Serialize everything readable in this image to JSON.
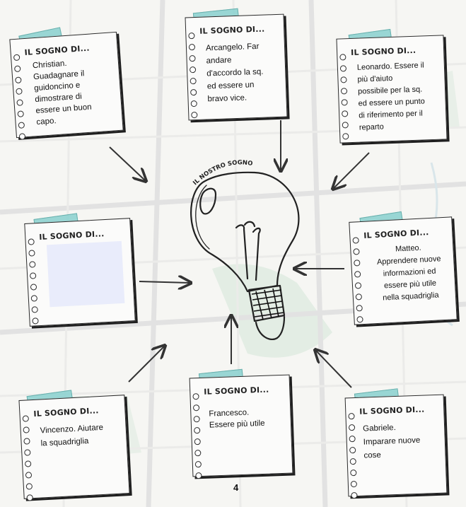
{
  "center": {
    "label": "IL NOSTRO SOGNO"
  },
  "card_title": "IL SOGNO DI...",
  "cards": [
    {
      "id": "christian",
      "lines": [
        "Christian.",
        "Guadagnare il",
        "guidoncino e",
        "dimostrare di",
        "essere un buon",
        "capo."
      ]
    },
    {
      "id": "arcangelo",
      "lines": [
        "Arcangelo. Far",
        "andare",
        "d'accordo la sq.",
        "ed essere un",
        "bravo vice."
      ]
    },
    {
      "id": "leonardo",
      "lines": [
        "Leonardo. Essere il",
        "più d'aiuto",
        "possibile per la sq.",
        "ed essere un punto",
        "di riferimento per il",
        "reparto"
      ]
    },
    {
      "id": "empty",
      "lines": []
    },
    {
      "id": "matteo",
      "lines": [
        "Matteo.",
        "Apprendere nuove",
        "informazioni ed",
        "essere più utile",
        "nella squadriglia"
      ]
    },
    {
      "id": "vincenzo",
      "lines": [
        "Vincenzo. Aiutare",
        "la squadriglia"
      ]
    },
    {
      "id": "francesco",
      "lines": [
        "Francesco.",
        "Essere più utile"
      ]
    },
    {
      "id": "gabriele",
      "lines": [
        "Gabriele.",
        "Imparare nuove",
        "cose"
      ]
    }
  ],
  "page_number": "4",
  "colors": {
    "tape": "#8fd3d1",
    "map_road": "#e2e2e2",
    "map_green": "#e3ede4",
    "ink": "#2a2a2a",
    "placeholder": "#e9ecfb"
  }
}
